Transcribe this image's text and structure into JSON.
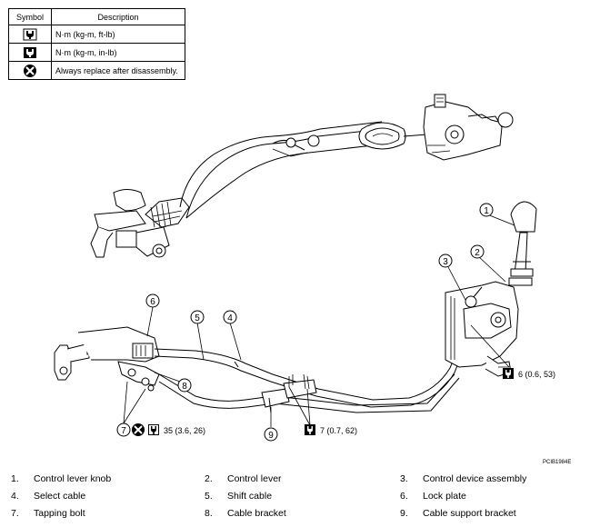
{
  "legend": {
    "headers": {
      "symbol": "Symbol",
      "description": "Description"
    },
    "rows": [
      {
        "icon": "torque-wrench-icon",
        "description": "N·m (kg-m, ft-lb)"
      },
      {
        "icon": "torque-wrench-inlb-icon",
        "description": "N·m (kg-m, in-lb)"
      },
      {
        "icon": "always-replace-icon",
        "description": "Always replace after disassembly."
      }
    ]
  },
  "callouts": [
    "1",
    "2",
    "3",
    "4",
    "5",
    "6",
    "7",
    "8",
    "9"
  ],
  "torques": {
    "control_device": "6 (0.6, 53)",
    "lock_plate": "35 (3.6, 26)",
    "cable_bracket": "7 (0.7, 62)"
  },
  "figure_code": "PCIB1984E",
  "parts": [
    {
      "num": "1.",
      "label": "Control lever knob"
    },
    {
      "num": "2.",
      "label": "Control lever"
    },
    {
      "num": "3.",
      "label": "Control device assembly"
    },
    {
      "num": "4.",
      "label": "Select cable"
    },
    {
      "num": "5.",
      "label": "Shift cable"
    },
    {
      "num": "6.",
      "label": "Lock plate"
    },
    {
      "num": "7.",
      "label": "Tapping bolt"
    },
    {
      "num": "8.",
      "label": "Cable bracket"
    },
    {
      "num": "9.",
      "label": "Cable support bracket"
    }
  ]
}
